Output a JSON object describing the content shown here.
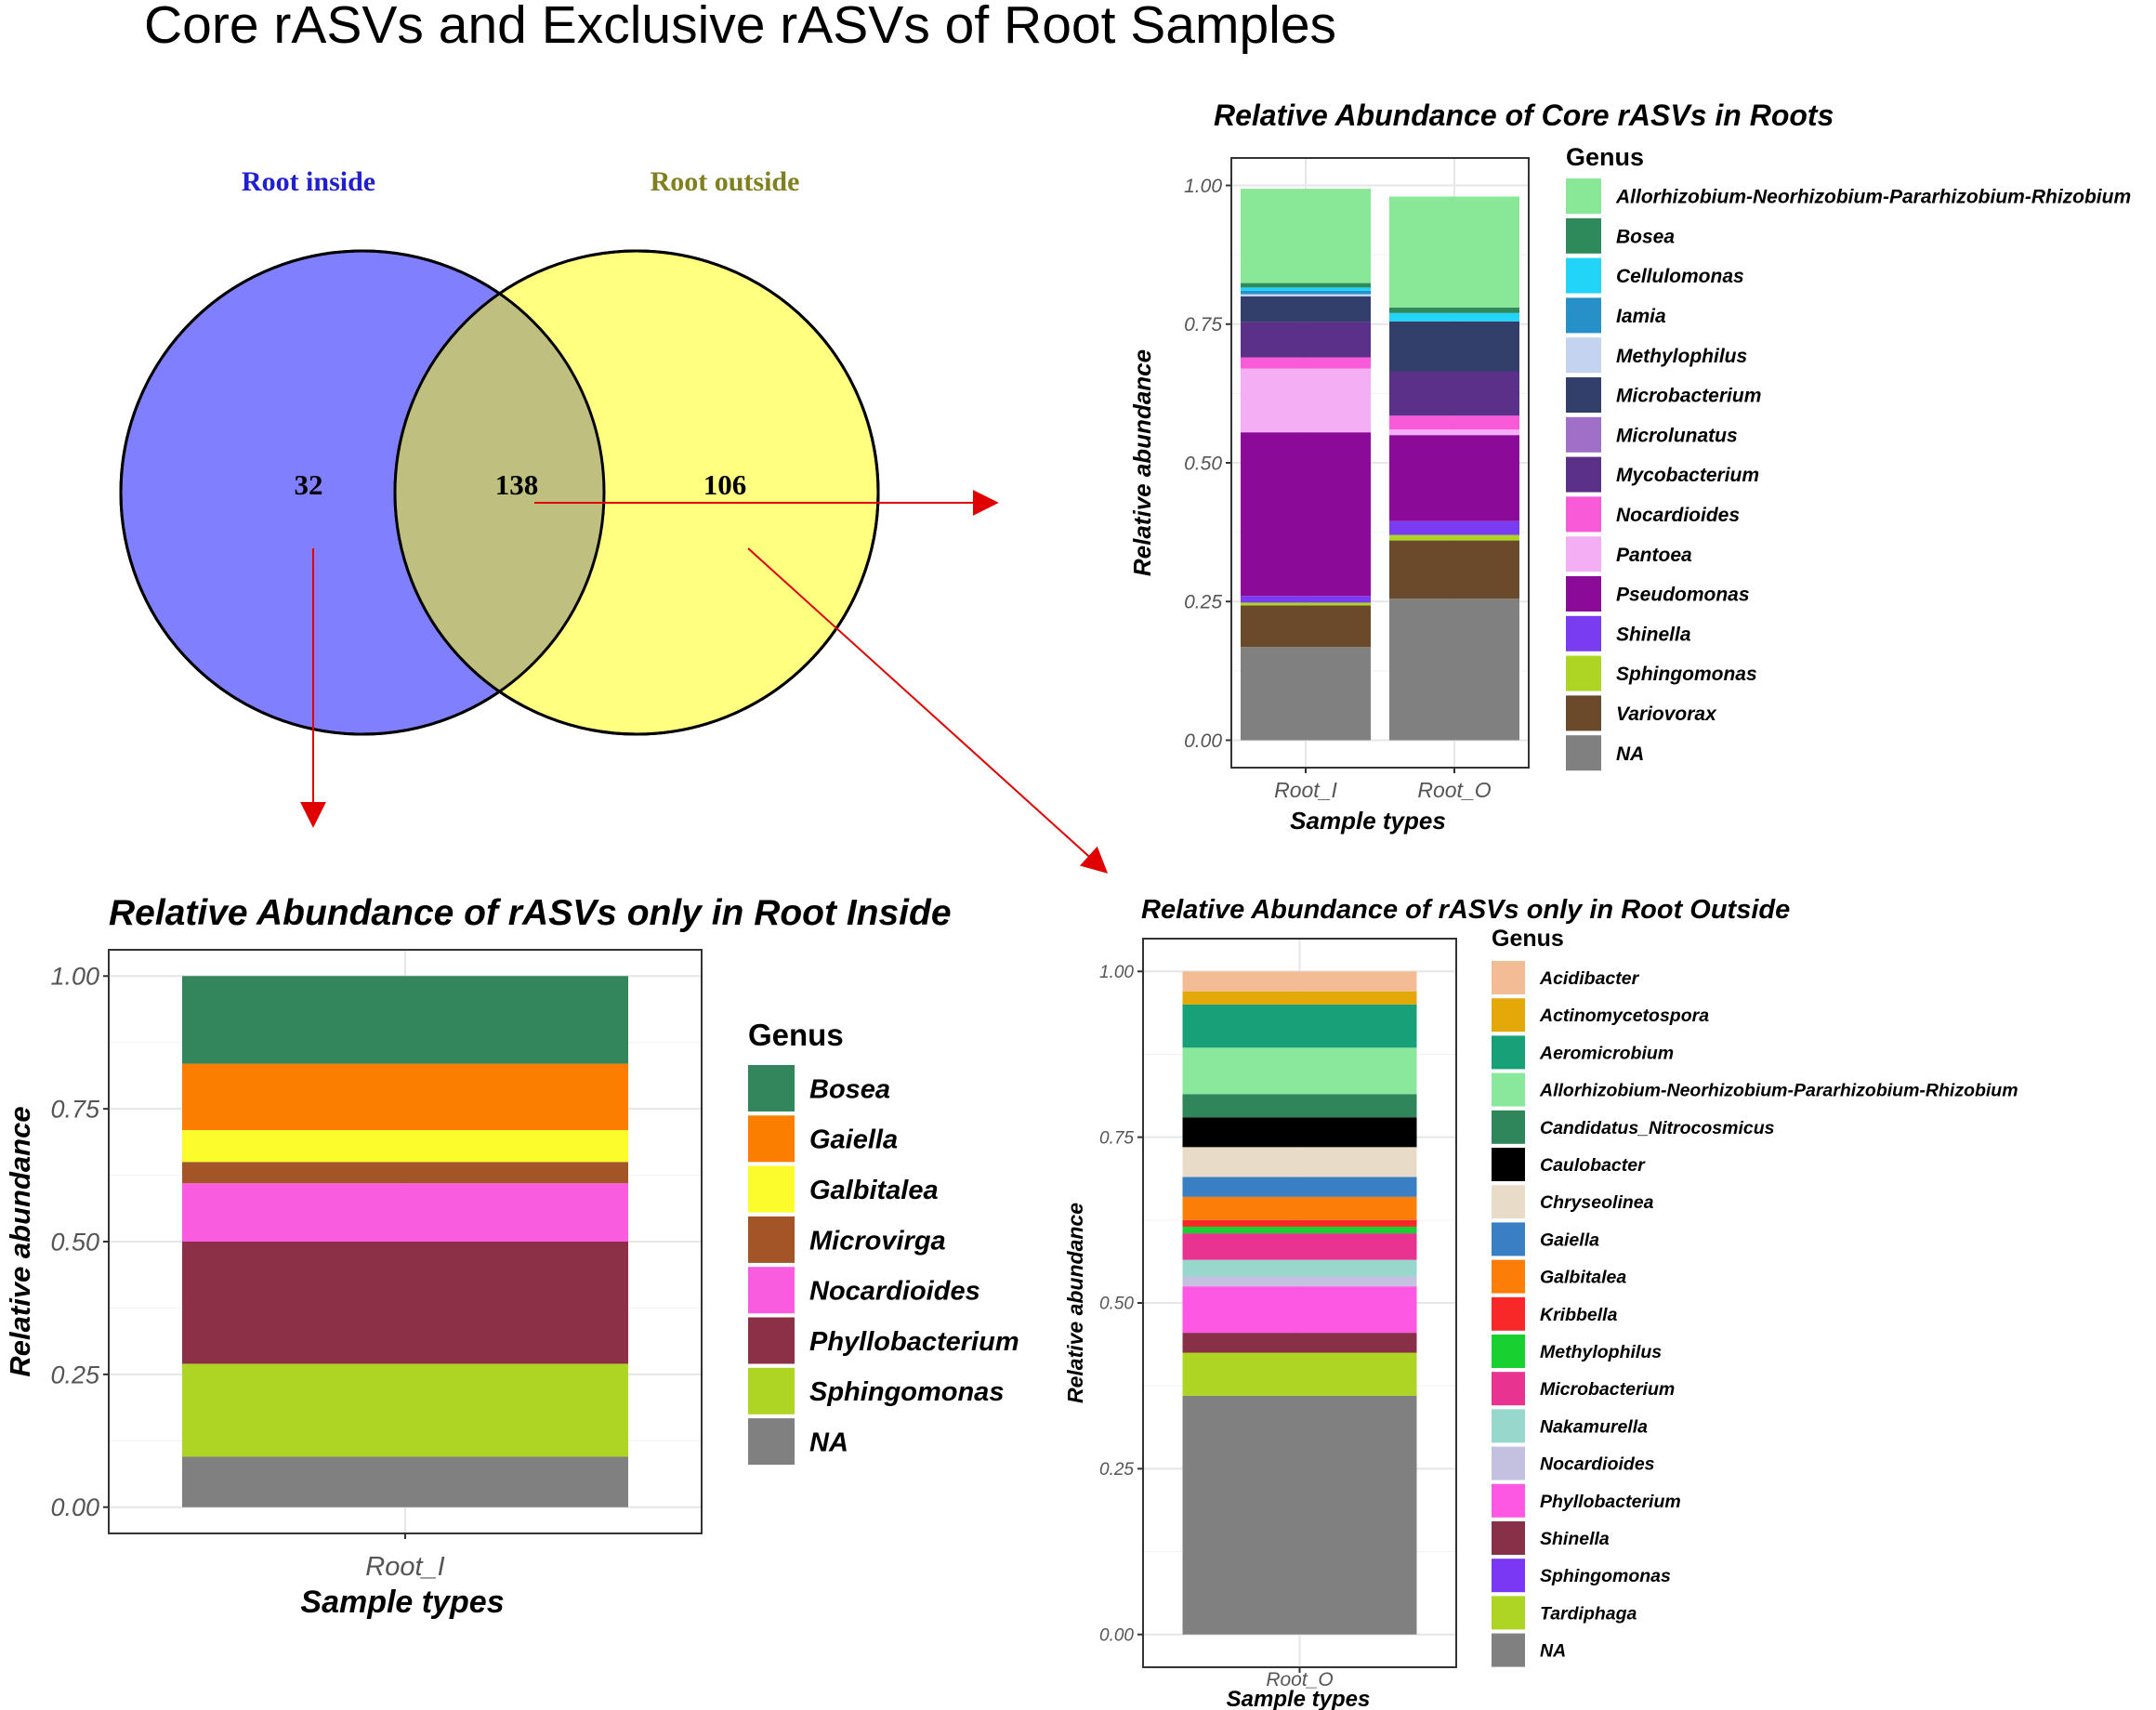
{
  "title": "Core rASVs and Exclusive rASVs of Root Samples",
  "venn": {
    "left_label": "Root inside",
    "right_label": "Root outside",
    "left_only": "32",
    "shared": "138",
    "right_only": "106",
    "colors": {
      "left": "#8080ff",
      "right": "#ffff80",
      "overlap": "#bfbf80",
      "left_label": "#2020d0",
      "right_label": "#808020",
      "arrow": "#e00000"
    }
  },
  "chart_data": [
    {
      "id": "core",
      "type": "bar",
      "stacked": true,
      "title": "Relative Abundance of Core rASVs in Roots",
      "xlabel": "Sample types",
      "ylabel": "Relative abundance",
      "ylim": [
        0,
        1
      ],
      "yticks": [
        "0.00",
        "0.25",
        "0.50",
        "0.75",
        "1.00"
      ],
      "categories": [
        "Root_I",
        "Root_O"
      ],
      "legend_title": "Genus",
      "legend_position": "right",
      "grid": true,
      "series": [
        {
          "name": "Allorhizobium-Neorhizobium-Pararhizobium-Rhizobium",
          "color": "#88e898",
          "values": [
            0.17,
            0.2
          ]
        },
        {
          "name": "Bosea",
          "color": "#2e8a5a",
          "values": [
            0.008,
            0.01
          ]
        },
        {
          "name": "Cellulomonas",
          "color": "#22d4f8",
          "values": [
            0.006,
            0.015
          ]
        },
        {
          "name": "Iamia",
          "color": "#2890c8",
          "values": [
            0.006,
            0.0
          ]
        },
        {
          "name": "Methylophilus",
          "color": "#c4d4f0",
          "values": [
            0.004,
            0.0
          ]
        },
        {
          "name": "Microbacterium",
          "color": "#323f6a",
          "values": [
            0.046,
            0.09
          ]
        },
        {
          "name": "Microlunatus",
          "color": "#a070c8",
          "values": [
            0.0,
            0.0
          ]
        },
        {
          "name": "Mycobacterium",
          "color": "#5a3088",
          "values": [
            0.064,
            0.08
          ]
        },
        {
          "name": "Nocardioides",
          "color": "#f85ad8",
          "values": [
            0.02,
            0.025
          ]
        },
        {
          "name": "Pantoea",
          "color": "#f4aef4",
          "values": [
            0.115,
            0.01
          ]
        },
        {
          "name": "Pseudomonas",
          "color": "#8c0a98",
          "values": [
            0.295,
            0.155
          ]
        },
        {
          "name": "Shinella",
          "color": "#7a3cf0",
          "values": [
            0.012,
            0.025
          ]
        },
        {
          "name": "Sphingomonas",
          "color": "#aed424",
          "values": [
            0.005,
            0.01
          ]
        },
        {
          "name": "Variovorax",
          "color": "#6a4a2a",
          "values": [
            0.075,
            0.105
          ]
        },
        {
          "name": "NA",
          "color": "#808080",
          "values": [
            0.168,
            0.255
          ]
        }
      ]
    },
    {
      "id": "inside",
      "type": "bar",
      "stacked": true,
      "title": "Relative Abundance of rASVs only in Root Inside",
      "xlabel": "Sample types",
      "ylabel": "Relative abundance",
      "ylim": [
        0,
        1
      ],
      "yticks": [
        "0.00",
        "0.25",
        "0.50",
        "0.75",
        "1.00"
      ],
      "categories": [
        "Root_I"
      ],
      "legend_title": "Genus",
      "legend_position": "right",
      "grid": true,
      "series": [
        {
          "name": "Bosea",
          "color": "#33865c",
          "values": [
            0.165
          ]
        },
        {
          "name": "Gaiella",
          "color": "#fc7e00",
          "values": [
            0.125
          ]
        },
        {
          "name": "Galbitalea",
          "color": "#fcfc2c",
          "values": [
            0.06
          ]
        },
        {
          "name": "Microvirga",
          "color": "#a35528",
          "values": [
            0.04
          ]
        },
        {
          "name": "Nocardioides",
          "color": "#fa5ce0",
          "values": [
            0.11
          ]
        },
        {
          "name": "Phyllobacterium",
          "color": "#8c3048",
          "values": [
            0.23
          ]
        },
        {
          "name": "Sphingomonas",
          "color": "#aed424",
          "values": [
            0.175
          ]
        },
        {
          "name": "NA",
          "color": "#808080",
          "values": [
            0.095
          ]
        }
      ]
    },
    {
      "id": "outside",
      "type": "bar",
      "stacked": true,
      "title": "Relative Abundance of rASVs only in Root Outside",
      "xlabel": "Sample types",
      "ylabel": "Relative abundance",
      "ylim": [
        0,
        1
      ],
      "yticks": [
        "0.00",
        "0.25",
        "0.50",
        "0.75",
        "1.00"
      ],
      "categories": [
        "Root_O"
      ],
      "legend_title": "Genus",
      "legend_position": "right",
      "grid": true,
      "series": [
        {
          "name": "Acidibacter",
          "color": "#f4bc94",
          "values": [
            0.03
          ]
        },
        {
          "name": "Actinomycetospora",
          "color": "#e4a808",
          "values": [
            0.02
          ]
        },
        {
          "name": "Aeromicrobium",
          "color": "#18a078",
          "values": [
            0.065
          ]
        },
        {
          "name": "Allorhizobium-Neorhizobium-Pararhizobium-Rhizobium",
          "color": "#8ae89c",
          "values": [
            0.07
          ]
        },
        {
          "name": "Candidatus_Nitrocosmicus",
          "color": "#2e865a",
          "values": [
            0.035
          ]
        },
        {
          "name": "Caulobacter",
          "color": "#000000",
          "values": [
            0.045
          ]
        },
        {
          "name": "Chryseolinea",
          "color": "#e8dcc8",
          "values": [
            0.045
          ]
        },
        {
          "name": "Gaiella",
          "color": "#3a7ec4",
          "values": [
            0.03
          ]
        },
        {
          "name": "Galbitalea",
          "color": "#fc7e08",
          "values": [
            0.035
          ]
        },
        {
          "name": "Kribbella",
          "color": "#f82828",
          "values": [
            0.01
          ]
        },
        {
          "name": "Methylophilus",
          "color": "#18d030",
          "values": [
            0.01
          ]
        },
        {
          "name": "Microbacterium",
          "color": "#e83490",
          "values": [
            0.04
          ]
        },
        {
          "name": "Nakamurella",
          "color": "#98d8cc",
          "values": [
            0.025
          ]
        },
        {
          "name": "Nocardioides",
          "color": "#c4c0e0",
          "values": [
            0.015
          ]
        },
        {
          "name": "Phyllobacterium",
          "color": "#fc58e4",
          "values": [
            0.07
          ]
        },
        {
          "name": "Shinella",
          "color": "#883048",
          "values": [
            0.03
          ]
        },
        {
          "name": "Sphingomonas",
          "color": "#7a38f4",
          "values": [
            0.0
          ]
        },
        {
          "name": "Tardiphaga",
          "color": "#aed424",
          "values": [
            0.065
          ]
        },
        {
          "name": "NA",
          "color": "#808080",
          "values": [
            0.36
          ]
        }
      ]
    }
  ]
}
